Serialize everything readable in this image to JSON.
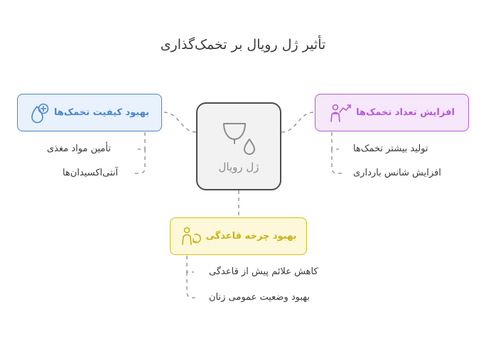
{
  "title": "تأثیر ژل رویال بر تخمک‌گذاری",
  "center": {
    "label": "ژل رویال",
    "icon": "menstrual-cup-icon"
  },
  "branches": {
    "quality": {
      "label": "بهبود کیفیت تخمک‌ها",
      "icon": "egg-plus-icon",
      "color": "#4a86d0",
      "items": [
        "تأمین مواد مغذی",
        "آنتی‌اکسیدان‌ها"
      ]
    },
    "count": {
      "label": "افزایش تعداد تخمک‌ها",
      "icon": "person-growth-icon",
      "color": "#b65ad6",
      "items": [
        "تولید بیشتر تخمک‌ها",
        "افزایش شانس بارداری"
      ]
    },
    "cycle": {
      "label": "بهبود چرخه قاعدگی",
      "icon": "person-cycle-icon",
      "color": "#d4bf19",
      "items": [
        "کاهش علائم پیش از قاعدگی",
        "بهبود وضعیت عمومی زنان"
      ]
    }
  }
}
